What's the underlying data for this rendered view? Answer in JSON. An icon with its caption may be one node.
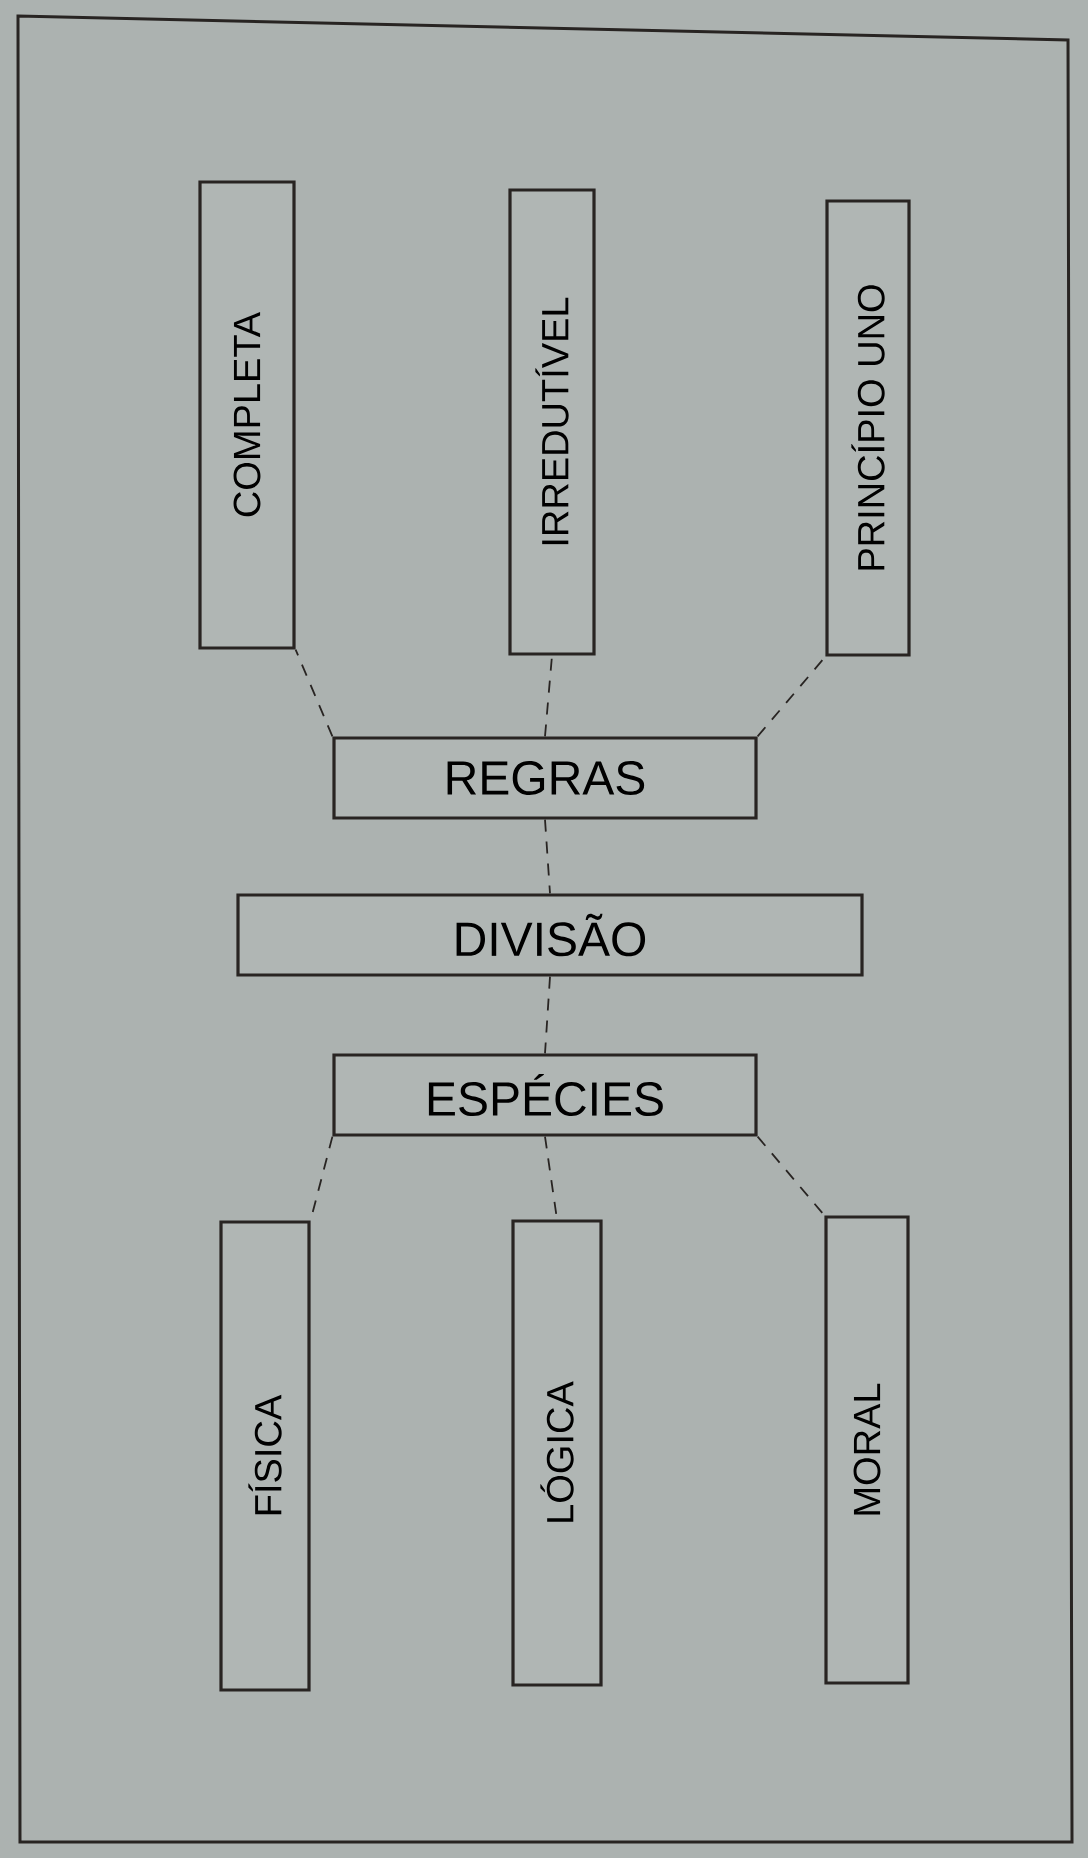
{
  "diagram": {
    "nodes": [
      {
        "text": [
          "COMPLETA"
        ]
      },
      {
        "text": [
          "IRREDUTÍVEL"
        ]
      },
      {
        "text": [
          "PRINCÍPIO UNO"
        ]
      },
      {
        "text": [
          "REGRAS"
        ]
      },
      {
        "text": [
          "DIVISÃO"
        ]
      },
      {
        "text": [
          "ESPÉCIES"
        ]
      },
      {
        "text": [
          "FÍSICA"
        ]
      },
      {
        "text": [
          "LÓGICA"
        ]
      },
      {
        "text": [
          "MORAL"
        ]
      }
    ],
    "edges": [
      {
        "from": 3,
        "to": 0,
        "arrow": "none",
        "style": "dashed"
      },
      {
        "from": 3,
        "to": 1,
        "arrow": "none",
        "style": "dashed"
      },
      {
        "from": 3,
        "to": 2,
        "arrow": "none",
        "style": "dashed"
      },
      {
        "from": 3,
        "to": 4,
        "arrow": "none",
        "style": "dashed"
      },
      {
        "from": 4,
        "to": 5,
        "arrow": "none",
        "style": "dashed"
      },
      {
        "from": 5,
        "to": 6,
        "arrow": "none",
        "style": "dashed"
      },
      {
        "from": 5,
        "to": 7,
        "arrow": "none",
        "style": "dashed"
      },
      {
        "from": 5,
        "to": 8,
        "arrow": "none",
        "style": "dashed"
      }
    ]
  }
}
